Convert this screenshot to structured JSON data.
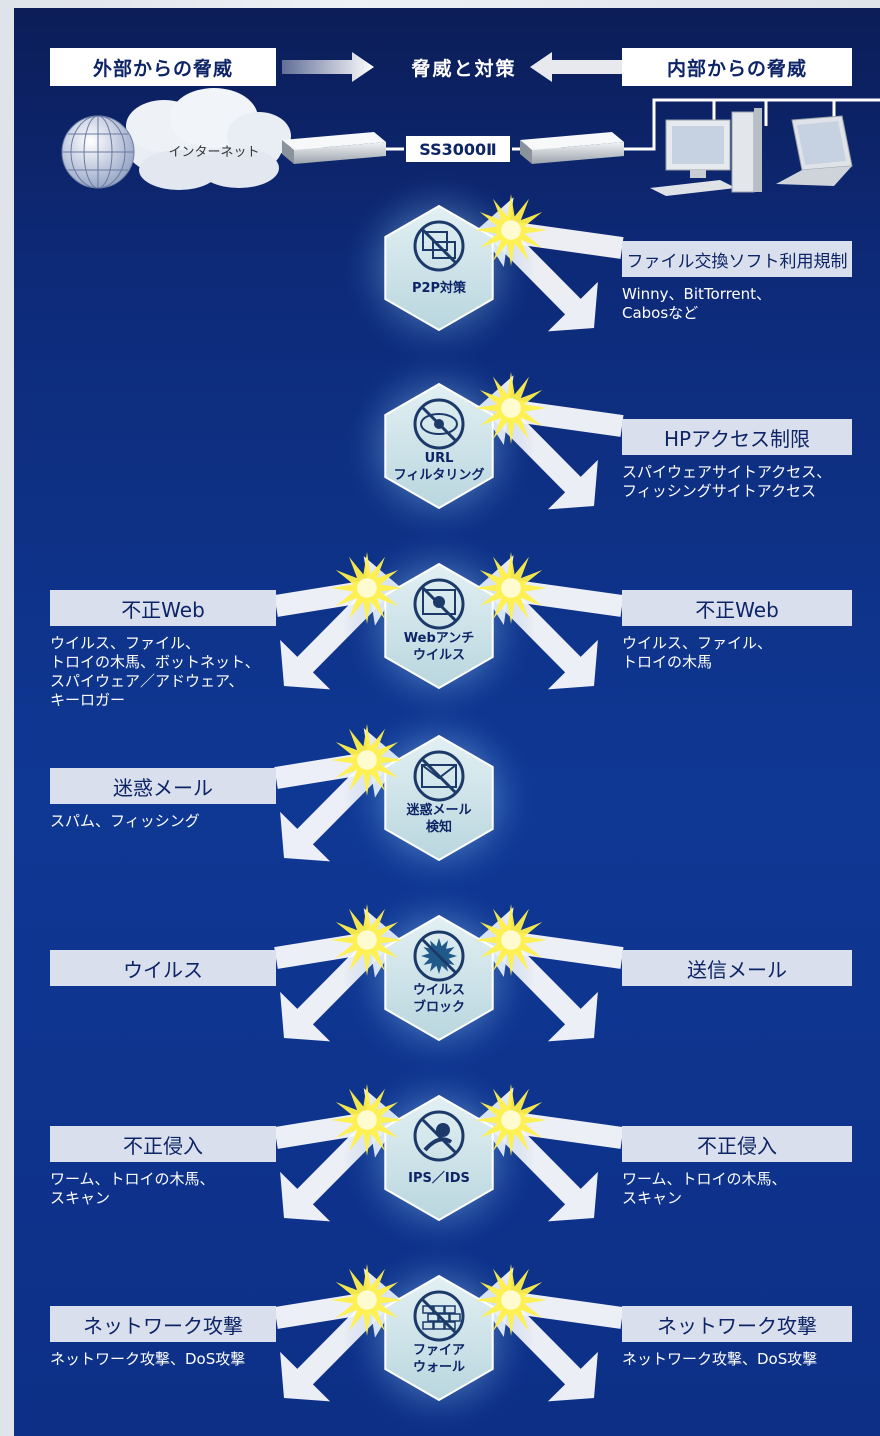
{
  "header": {
    "left": "外部からの脅威",
    "center": "脅威と対策",
    "right": "内部からの脅威"
  },
  "network": {
    "internet": "インターネット",
    "device": "SS3000Ⅱ"
  },
  "colors": {
    "background": "#0f3894",
    "label_bg": "#d9dfec",
    "label_text": "#0d2466",
    "shield": "#cfe4ea",
    "burst": "#fff04a"
  },
  "sections": [
    {
      "shield": "P2P対策",
      "icon": "p2p-prohibited-icon",
      "right": {
        "title": "ファイル交換ソフト利用規制",
        "desc": "Winny、BitTorrent、\nCabosなど"
      }
    },
    {
      "shield": "URL\nフィルタリング",
      "icon": "eye-prohibited-icon",
      "right": {
        "title": "HPアクセス制限",
        "desc": "スパイウェアサイトアクセス、\nフィッシングサイトアクセス"
      }
    },
    {
      "shield": "Webアンチ\nウイルス",
      "icon": "monitor-skull-prohibited-icon",
      "left": {
        "title": "不正Web",
        "desc": "ウイルス、ファイル、\nトロイの木馬、ボットネット、\nスパイウェア／アドウェア、\nキーロガー"
      },
      "right": {
        "title": "不正Web",
        "desc": "ウイルス、ファイル、\nトロイの木馬"
      }
    },
    {
      "shield": "迷惑メール\n検知",
      "icon": "envelope-prohibited-icon",
      "left": {
        "title": "迷惑メール",
        "desc": "スパム、フィッシング"
      }
    },
    {
      "shield": "ウイルス\nブロック",
      "icon": "virus-prohibited-icon",
      "left": {
        "title": "ウイルス",
        "desc": ""
      },
      "right": {
        "title": "送信メール",
        "desc": ""
      }
    },
    {
      "shield": "IPS／IDS",
      "icon": "intruder-prohibited-icon",
      "left": {
        "title": "不正侵入",
        "desc": "ワーム、トロイの木馬、\nスキャン"
      },
      "right": {
        "title": "不正侵入",
        "desc": "ワーム、トロイの木馬、\nスキャン"
      }
    },
    {
      "shield": "ファイア\nウォール",
      "icon": "firewall-prohibited-icon",
      "left": {
        "title": "ネットワーク攻撃",
        "desc": "ネットワーク攻撃、DoS攻撃"
      },
      "right": {
        "title": "ネットワーク攻撃",
        "desc": "ネットワーク攻撃、DoS攻撃"
      }
    }
  ]
}
